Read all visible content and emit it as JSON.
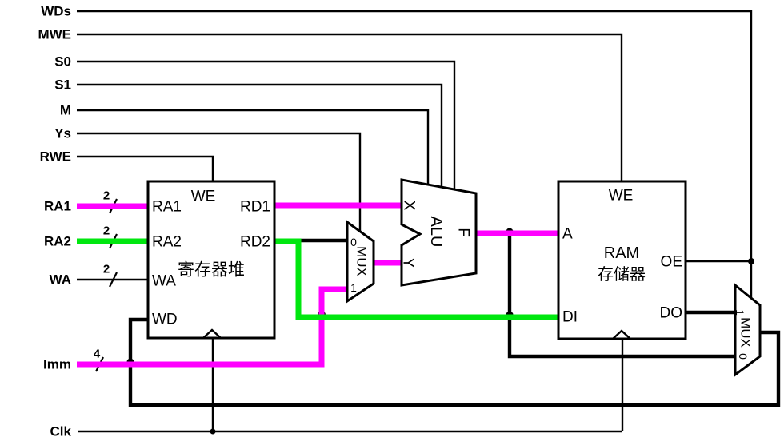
{
  "colors": {
    "magenta": "#FF00FF",
    "green": "#00E70F",
    "wire": "#000000"
  },
  "inputs": {
    "wds": "WDs",
    "mwe": "MWE",
    "s0": "S0",
    "s1": "S1",
    "m": "M",
    "ys": "Ys",
    "rwe": "RWE",
    "ra1": "RA1",
    "ra2": "RA2",
    "wa": "WA",
    "imm": "Imm",
    "clk": "Clk"
  },
  "bus_widths": {
    "ra1": "2",
    "ra2": "2",
    "wa": "2",
    "imm": "4"
  },
  "regfile": {
    "title": "寄存器堆",
    "we": "WE",
    "ra1": "RA1",
    "ra2": "RA2",
    "wa": "WA",
    "wd": "WD",
    "rd1": "RD1",
    "rd2": "RD2"
  },
  "alu": {
    "name": "ALU",
    "x": "X",
    "y": "Y",
    "f": "F"
  },
  "mux_left": {
    "name": "MUX",
    "in0": "0",
    "in1": "1"
  },
  "mux_right": {
    "name": "MUX",
    "in0": "0",
    "in1": "1"
  },
  "ram": {
    "name": "RAM",
    "subtitle": "存储器",
    "we": "WE",
    "a": "A",
    "di": "DI",
    "oe": "OE",
    "do": "DO"
  }
}
